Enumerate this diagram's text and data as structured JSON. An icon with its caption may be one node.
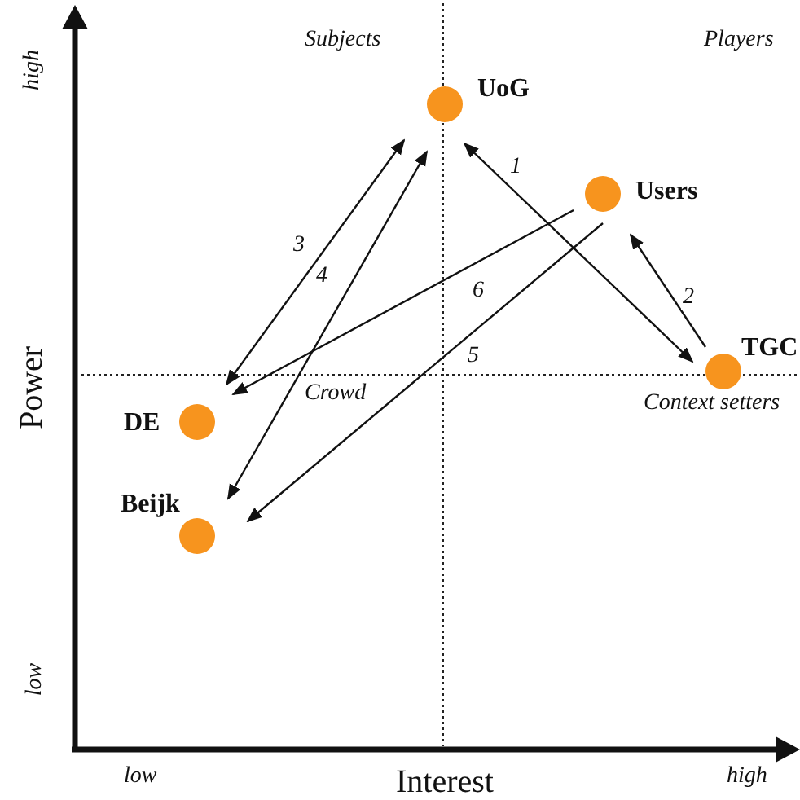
{
  "diagram": {
    "nodes": [
      {
        "text": [],
        "shape": "circle",
        "beside": [
          "UoG"
        ]
      },
      {
        "text": [],
        "shape": "circle",
        "beside": [
          "Users"
        ]
      },
      {
        "text": [],
        "shape": "circle",
        "beside": [
          "TGC"
        ]
      },
      {
        "text": [],
        "shape": "circle",
        "beside": [
          "DE"
        ]
      },
      {
        "text": [],
        "shape": "circle",
        "beside": [
          "Beijk"
        ]
      }
    ],
    "edges": [
      {
        "from": 0,
        "to": 2,
        "arrow": "both",
        "label": "1"
      },
      {
        "from": 2,
        "to": 1,
        "arrow": "to",
        "label": "2"
      },
      {
        "from": 0,
        "to": 3,
        "arrow": "both",
        "label": "3"
      },
      {
        "from": 0,
        "to": 4,
        "arrow": "both",
        "label": "4"
      },
      {
        "from": 1,
        "to": 4,
        "arrow": "to",
        "label": "5"
      },
      {
        "from": 1,
        "to": 3,
        "arrow": "to",
        "label": "6"
      }
    ],
    "labels": [
      "high",
      "Subjects",
      "Players",
      "Power",
      "Crowd",
      "Context setters",
      "low",
      "low",
      "Interest",
      "high"
    ]
  }
}
